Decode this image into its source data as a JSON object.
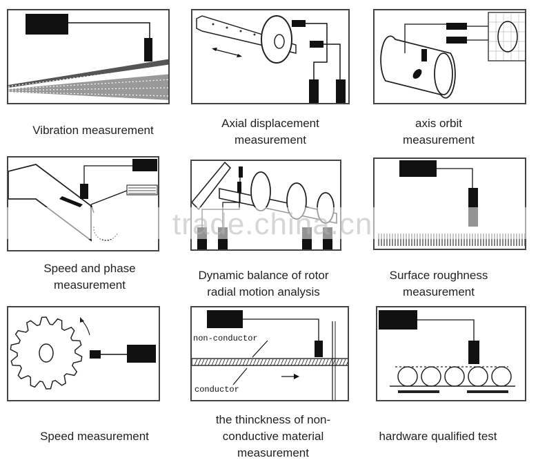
{
  "watermark": "trade.china.cn",
  "cells": [
    {
      "id": "vibration",
      "lines": [
        "Vibration measurement"
      ]
    },
    {
      "id": "axial",
      "lines": [
        "Axial displacement",
        "measurement"
      ]
    },
    {
      "id": "orbit",
      "lines": [
        "axis orbit",
        "measurement"
      ]
    },
    {
      "id": "speed-phase",
      "lines": [
        "Speed and phase",
        "measurement"
      ]
    },
    {
      "id": "balance",
      "lines": [
        "Dynamic balance of rotor",
        "radial motion analysis"
      ]
    },
    {
      "id": "roughness",
      "lines": [
        "Surface roughness",
        "measurement"
      ]
    },
    {
      "id": "speed",
      "lines": [
        "Speed measurement"
      ]
    },
    {
      "id": "thickness",
      "lines": [
        "the thinckness of non-",
        "conductive material",
        "measurement"
      ]
    },
    {
      "id": "hardware",
      "lines": [
        "hardware qualified test"
      ]
    }
  ],
  "labels": {
    "non_conductor": "non-conductor",
    "conductor": "conductor"
  }
}
